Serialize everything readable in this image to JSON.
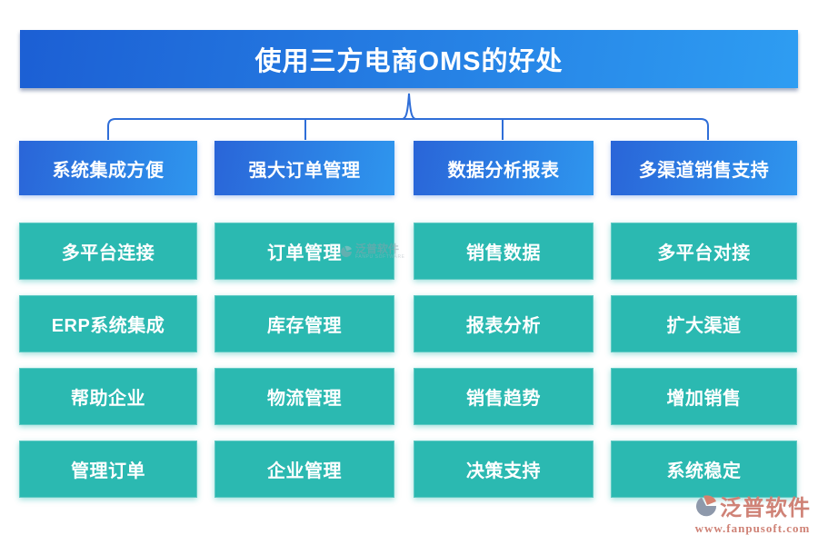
{
  "title": {
    "text": "使用三方电商OMS的好处"
  },
  "columns": [
    {
      "header": "系统集成方便",
      "items": [
        "多平台连接",
        "ERP系统集成",
        "帮助企业",
        "管理订单"
      ]
    },
    {
      "header": "强大订单管理",
      "items": [
        "订单管理",
        "库存管理",
        "物流管理",
        "企业管理"
      ]
    },
    {
      "header": "数据分析报表",
      "items": [
        "销售数据",
        "报表分析",
        "销售趋势",
        "决策支持"
      ]
    },
    {
      "header": "多渠道销售支持",
      "items": [
        "多平台对接",
        "扩大渠道",
        "增加销售",
        "系统稳定"
      ]
    }
  ],
  "watermark": {
    "brand": "泛普软件",
    "brand_en": "FANPU SOFTWARE"
  },
  "footer_logo": {
    "brand": "泛普软件",
    "website": "www.fanpusoft.com"
  },
  "colors": {
    "title_gradient_start": "#1c5fd4",
    "title_gradient_end": "#2e9df2",
    "header_gradient_start": "#2a65d8",
    "header_gradient_end": "#2e96ee",
    "item_teal": "#2bb9b1",
    "connector_blue": "#2f6ed8",
    "brand_salmon": "#cf8276",
    "watermark_gray": "#8fa0aa"
  }
}
